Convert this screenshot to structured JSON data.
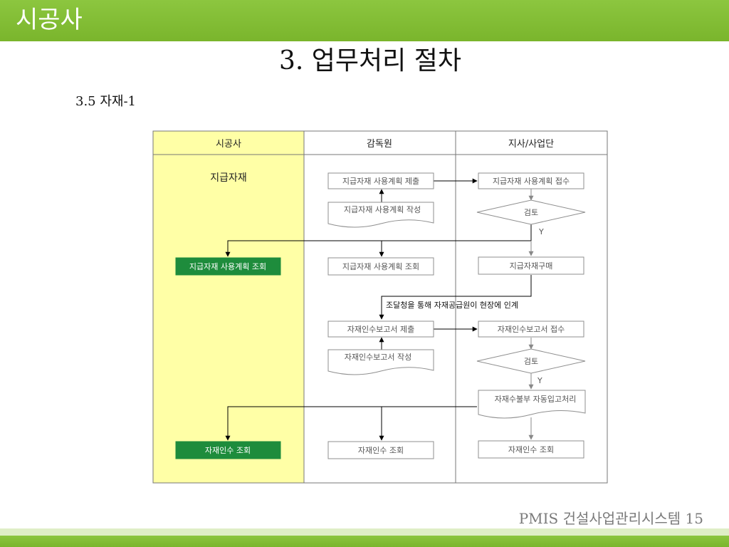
{
  "header": {
    "title": "시공사"
  },
  "page": {
    "title": "3. 업무처리 절차",
    "section": "3.5 자재-1"
  },
  "lanes": {
    "contractor": "시공사",
    "supervisor": "감독원",
    "branch": "지사/사업단"
  },
  "group": {
    "label": "지급자재"
  },
  "nodes": {
    "submit_plan": "지급자재 사용계획 제출",
    "receive_plan": "지급자재 사용계획 접수",
    "write_plan": "지급자재 사용계획 작성",
    "review_1": "검토",
    "yes_1": "Y",
    "contractor_view_plan": "지급자재 사용계획 조회",
    "supervisor_view_plan": "지급자재 사용계획 조회",
    "purchase": "지급자재구매",
    "handover_note": "조달청을 통해 자재공급원이 현장에 인계",
    "submit_report": "자재인수보고서 제출",
    "receive_report": "자재인수보고서 접수",
    "write_report": "자재인수보고서 작성",
    "review_2": "검토",
    "yes_2": "Y",
    "auto_process": "자재수불부 자동입고처리",
    "contractor_view_receipt": "자재인수 조회",
    "supervisor_view_receipt": "자재인수 조회",
    "branch_view_receipt": "자재인수 조회"
  },
  "footer": {
    "text": "PMIS 건설사업관리시스템 15"
  },
  "colors": {
    "brand_green": "#7ab52c",
    "lane_highlight": "#ffffa6",
    "node_highlight": "#1e8c3c",
    "box_border": "#8f8f8f"
  }
}
